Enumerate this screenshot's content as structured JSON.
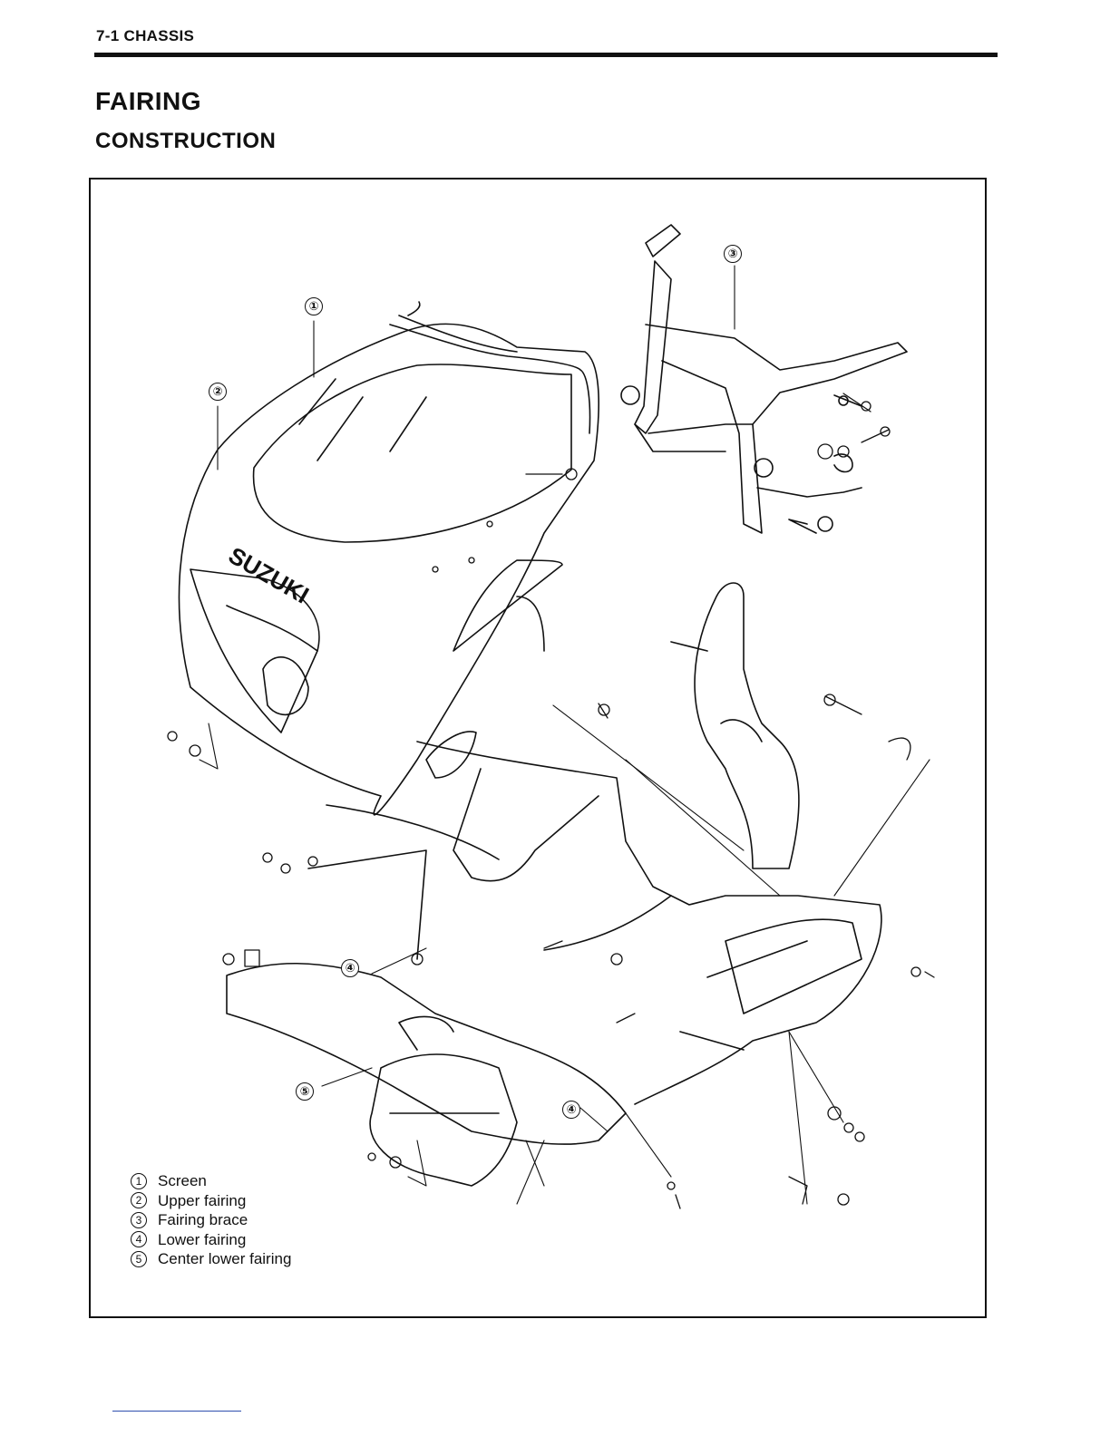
{
  "header": {
    "section": "7-1 CHASSIS"
  },
  "page": {
    "title": "FAIRING",
    "subtitle": "CONSTRUCTION"
  },
  "figure": {
    "brand_text": "SUZUKI",
    "callouts": [
      "①",
      "②",
      "③",
      "④",
      "⑤",
      "④"
    ],
    "legend": [
      {
        "num": "1",
        "label": "Screen"
      },
      {
        "num": "2",
        "label": "Upper fairing"
      },
      {
        "num": "3",
        "label": "Fairing brace"
      },
      {
        "num": "4",
        "label": "Lower fairing"
      },
      {
        "num": "5",
        "label": "Center lower fairing"
      }
    ]
  }
}
